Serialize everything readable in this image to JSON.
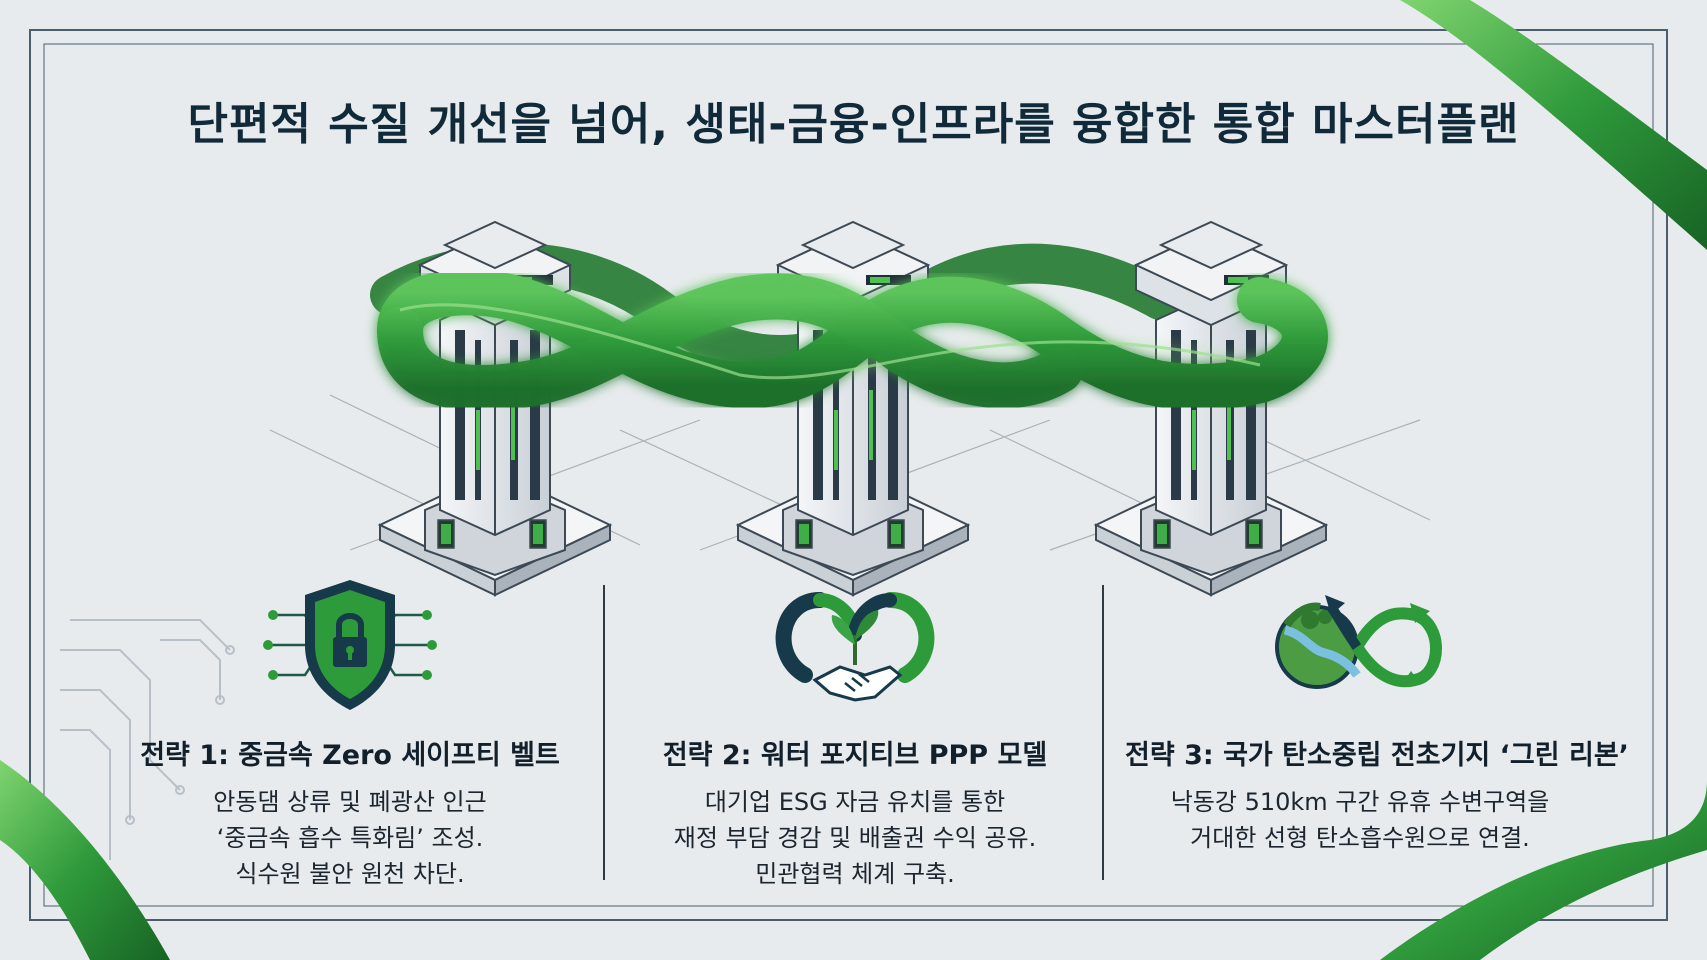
{
  "title": "단편적 수질 개선을 넘어, 생태-금융-인프라를 융합한 통합 마스터플랜",
  "colors": {
    "background": "#e8ebee",
    "frame": "#3d5566",
    "ribbon_green": "#2e9b3a",
    "ribbon_dark": "#1b6e2a",
    "navy": "#16313f",
    "text": "#12202c"
  },
  "pillars": [
    {
      "name": "pillar-1"
    },
    {
      "name": "pillar-2"
    },
    {
      "name": "pillar-3"
    }
  ],
  "strategies": [
    {
      "icon": "shield-lock-icon",
      "heading": "전략 1: 중금속 Zero 세이프티 벨트",
      "lines": [
        "안동댐 상류 및 폐광산 인근",
        "‘중금속 흡수 특화림’ 조성.",
        "식수원 불안 원천 차단."
      ]
    },
    {
      "icon": "handshake-heart-icon",
      "heading": "전략 2: 워터 포지티브 PPP 모델",
      "lines": [
        "대기업 ESG 자금 유치를 통한",
        "재정 부담 경감 및 배출권 수익 공유.",
        "민관협력 체계 구축."
      ]
    },
    {
      "icon": "river-infinity-icon",
      "heading": "전략 3: 국가 탄소중립 전초기지 ‘그린 리본’",
      "lines": [
        "낙동강 510km 구간 유휴 수변구역을",
        "거대한 선형 탄소흡수원으로 연결."
      ]
    }
  ]
}
